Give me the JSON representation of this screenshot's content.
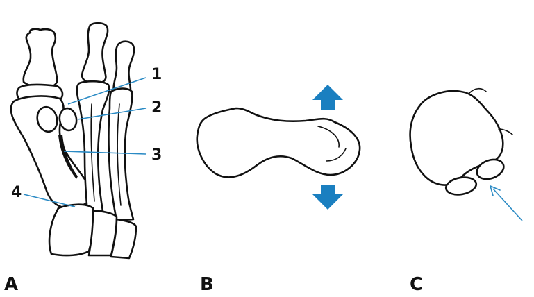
{
  "panels": {
    "a": {
      "label": "A"
    },
    "b": {
      "label": "B"
    },
    "c": {
      "label": "C"
    }
  },
  "callouts": [
    {
      "label": "1"
    },
    {
      "label": "2"
    },
    {
      "label": "3"
    },
    {
      "label": "4"
    }
  ],
  "colors": {
    "arrow_fill": "#1a7fc0",
    "leader_line": "#2a8ac4",
    "outline": "#111111"
  },
  "icons": {
    "motion_up": "arrow-up-icon",
    "motion_down": "arrow-down-icon",
    "pointer": "arrow-pointer-icon"
  }
}
